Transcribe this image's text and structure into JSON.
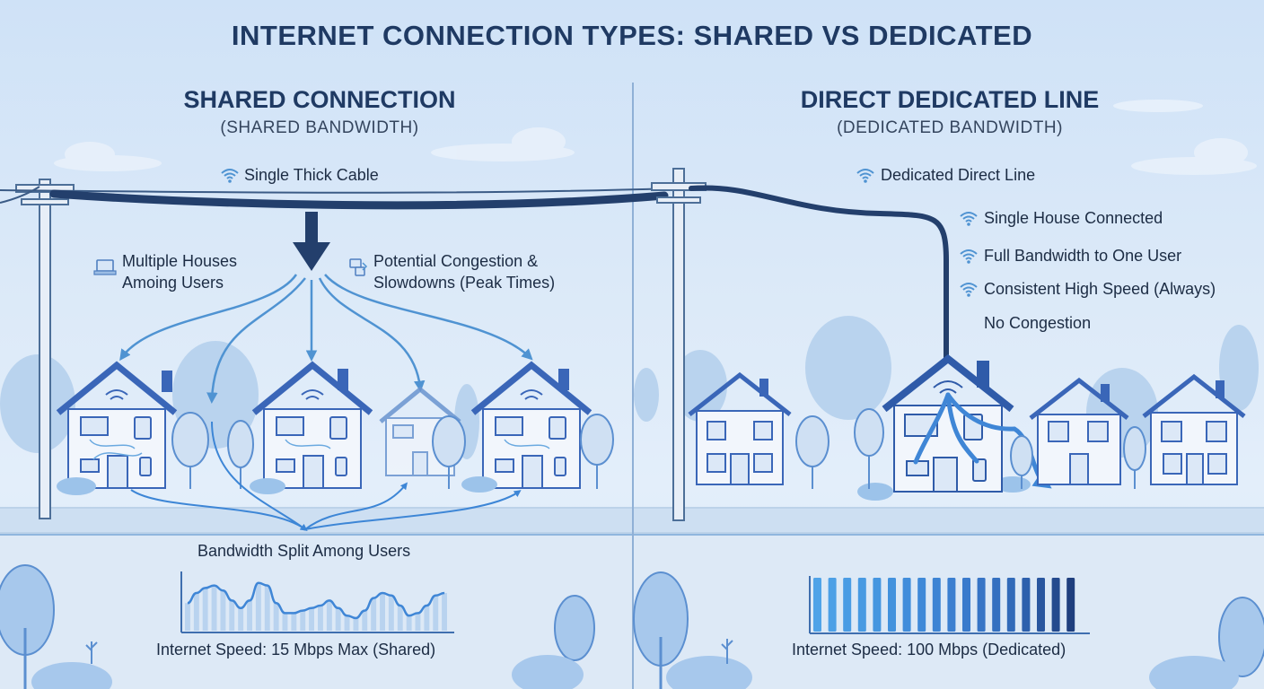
{
  "title": "INTERNET CONNECTION TYPES: SHARED VS DEDICATED",
  "colors": {
    "navy": "#1f3a63",
    "blue": "#3f6fc0",
    "light_blue": "#6aa9e0",
    "sky": "#dbe9f8"
  },
  "shared": {
    "heading": "SHARED CONNECTION",
    "subheading": "(SHARED BANDWIDTH)",
    "cable_label": "Single Thick Cable",
    "houses_label_line1": "Multiple Houses",
    "houses_label_line2": "Amoing Users",
    "congestion_line1": "Potential Congestion &",
    "congestion_line2": "Slowdowns (Peak Times)",
    "split_label": "Bandwidth Split Among Users",
    "speed_label": "Internet Speed: 15 Mbps Max (Shared)",
    "icons": [
      "wifi-icon",
      "laptop-icon",
      "devices-icon"
    ]
  },
  "dedicated": {
    "heading": "DIRECT DEDICATED LINE",
    "subheading": "(DEDICATED BANDWIDTH)",
    "line_label": "Dedicated Direct Line",
    "features": [
      {
        "text": "Single House Connected",
        "icon": "wifi-icon"
      },
      {
        "text": "Full Bandwidth to One User",
        "icon": "wifi-icon"
      },
      {
        "text": "Consistent High Speed (Always)",
        "icon": "wifi-icon"
      },
      {
        "text": "No Congestion",
        "icon": ""
      }
    ],
    "speed_label": "Internet Speed: 100 Mbps (Dedicated)"
  },
  "chart_data": [
    {
      "type": "bar",
      "title": "",
      "values": [
        0.55,
        0.75,
        0.85,
        0.9,
        0.8,
        0.6,
        0.45,
        0.6,
        0.95,
        0.9,
        0.55,
        0.35,
        0.35,
        0.4,
        0.45,
        0.5,
        0.6,
        0.45,
        0.3,
        0.25,
        0.4,
        0.65,
        0.75,
        0.7,
        0.5,
        0.3,
        0.35,
        0.5,
        0.7,
        0.75
      ],
      "line": [
        0.55,
        0.75,
        0.85,
        0.9,
        0.8,
        0.6,
        0.45,
        0.6,
        0.95,
        0.9,
        0.55,
        0.35,
        0.35,
        0.4,
        0.45,
        0.5,
        0.6,
        0.45,
        0.3,
        0.25,
        0.4,
        0.65,
        0.75,
        0.7,
        0.5,
        0.3,
        0.35,
        0.5,
        0.7,
        0.75
      ]
    },
    {
      "type": "bar",
      "title": "",
      "values": [
        1,
        1,
        1,
        1,
        1,
        1,
        1,
        1,
        1,
        1,
        1,
        1,
        1,
        1,
        1,
        1,
        1,
        1
      ]
    }
  ]
}
